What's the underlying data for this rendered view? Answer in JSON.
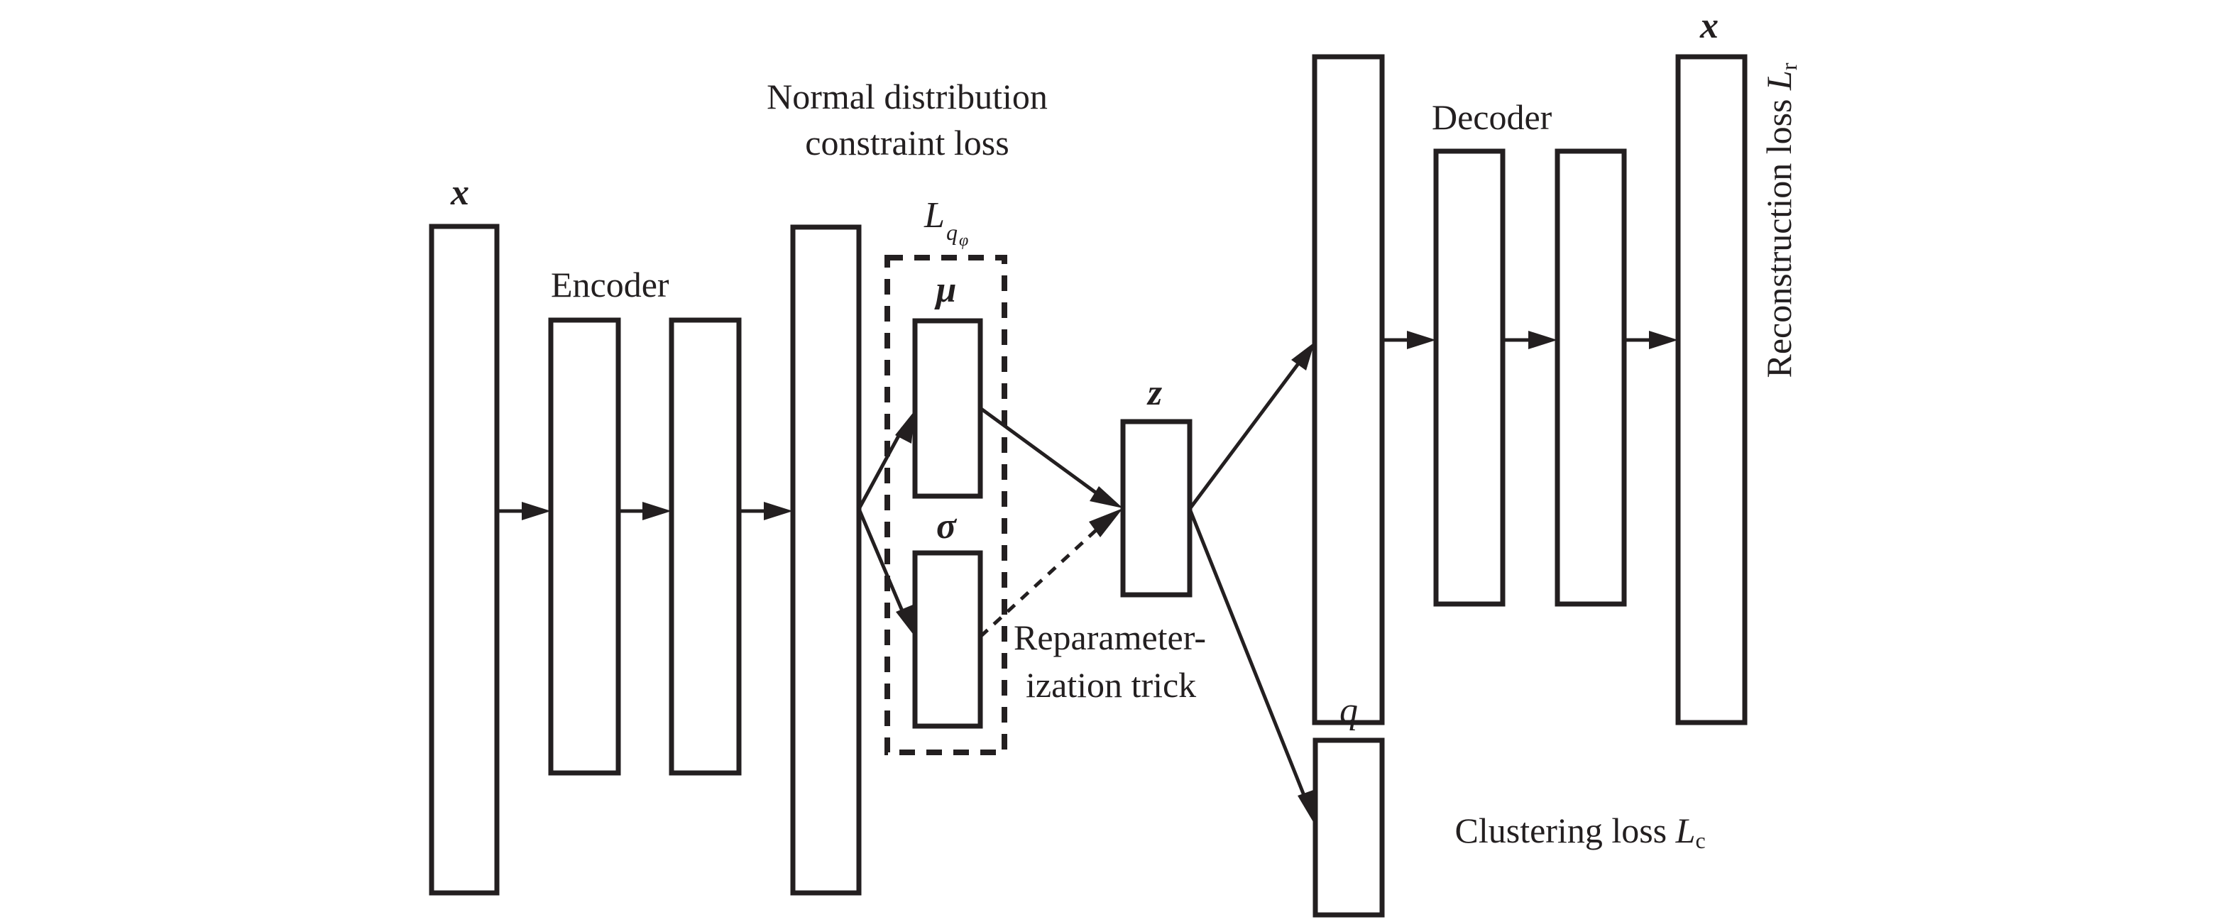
{
  "figure": {
    "type": "VAE-based deep clustering architecture",
    "labels": {
      "input_x": "x",
      "encoder": "Encoder",
      "normal_constraint_line1": "Normal distribution",
      "normal_constraint_line2": "constraint loss",
      "kl_loss_main": "L",
      "kl_loss_sub": "q",
      "kl_loss_subsub": "φ",
      "mu": "μ",
      "sigma": "σ",
      "latent_z": "z",
      "reparam_line1": "Reparameter-",
      "reparam_line2": "ization trick",
      "decoder": "Decoder",
      "output_x": "x",
      "reconstruction_text": "Reconstruction loss ",
      "reconstruction_L": "L",
      "reconstruction_sub": "r",
      "q_label": "q",
      "clustering_text": "Clustering loss ",
      "clustering_L": "L",
      "clustering_sub": "c"
    },
    "nodes": [
      {
        "id": "input",
        "label_ref": "input_x",
        "group": "encoder"
      },
      {
        "id": "enc_hidden_1",
        "group": "encoder"
      },
      {
        "id": "enc_hidden_2",
        "group": "encoder"
      },
      {
        "id": "enc_output",
        "group": "encoder"
      },
      {
        "id": "mu",
        "label_ref": "mu",
        "group": "latent_params"
      },
      {
        "id": "sigma",
        "label_ref": "sigma",
        "group": "latent_params"
      },
      {
        "id": "z",
        "label_ref": "latent_z",
        "group": "latent"
      },
      {
        "id": "dec_input",
        "group": "decoder"
      },
      {
        "id": "dec_hidden_1",
        "group": "decoder"
      },
      {
        "id": "dec_hidden_2",
        "group": "decoder"
      },
      {
        "id": "output",
        "label_ref": "output_x",
        "group": "decoder"
      },
      {
        "id": "q",
        "label_ref": "q_label",
        "group": "clustering"
      }
    ],
    "edges": [
      {
        "from": "input",
        "to": "enc_hidden_1",
        "style": "solid"
      },
      {
        "from": "enc_hidden_1",
        "to": "enc_hidden_2",
        "style": "solid"
      },
      {
        "from": "enc_hidden_2",
        "to": "enc_output",
        "style": "solid"
      },
      {
        "from": "enc_output",
        "to": "mu",
        "style": "solid"
      },
      {
        "from": "enc_output",
        "to": "sigma",
        "style": "solid"
      },
      {
        "from": "mu",
        "to": "z",
        "style": "solid"
      },
      {
        "from": "sigma",
        "to": "z",
        "style": "dashed"
      },
      {
        "from": "z",
        "to": "dec_input",
        "style": "solid"
      },
      {
        "from": "dec_input",
        "to": "dec_hidden_1",
        "style": "solid"
      },
      {
        "from": "dec_hidden_1",
        "to": "dec_hidden_2",
        "style": "solid"
      },
      {
        "from": "dec_hidden_2",
        "to": "output",
        "style": "solid"
      },
      {
        "from": "z",
        "to": "q",
        "style": "solid"
      }
    ],
    "colors": {
      "ink": "#231f20",
      "background": "#ffffff"
    }
  }
}
